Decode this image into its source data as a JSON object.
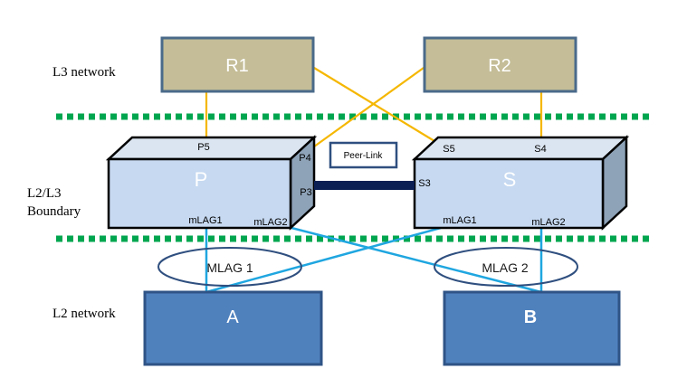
{
  "layers": {
    "l3": "L3 network",
    "l2l3_line1": "L2/L3",
    "l2l3_line2": "Boundary",
    "l2": "L2 network"
  },
  "routers": {
    "r1": "R1",
    "r2": "R2"
  },
  "switches": {
    "p": {
      "label": "P",
      "port_top": "P5",
      "port_side_top": "P4",
      "port_side": "P3",
      "mlag1": "mLAG1",
      "mlag2": "mLAG2"
    },
    "s": {
      "label": "S",
      "port_top_left": "S5",
      "port_top_right": "S4",
      "port_side": "S3",
      "mlag1": "mLAG1",
      "mlag2": "mLAG2"
    }
  },
  "peer_link": "Peer-Link",
  "mlag_groups": {
    "g1": "MLAG 1",
    "g2": "MLAG 2"
  },
  "hosts": {
    "a": "A",
    "b": "B"
  },
  "colors": {
    "router_fill": "#c4bd97",
    "router_border": "#4a6a8a",
    "switch_front": "#c6d9f1",
    "switch_top": "#dbe5f1",
    "switch_side": "#8ea3b8",
    "host_fill": "#4f81bd",
    "host_border": "#2f5486",
    "boundary_dots": "#00a64f",
    "uplink": "#f5b700",
    "downlink": "#1fa6e0",
    "peer_link": "#0b1f54",
    "ellipse": "#2f4f7f"
  }
}
